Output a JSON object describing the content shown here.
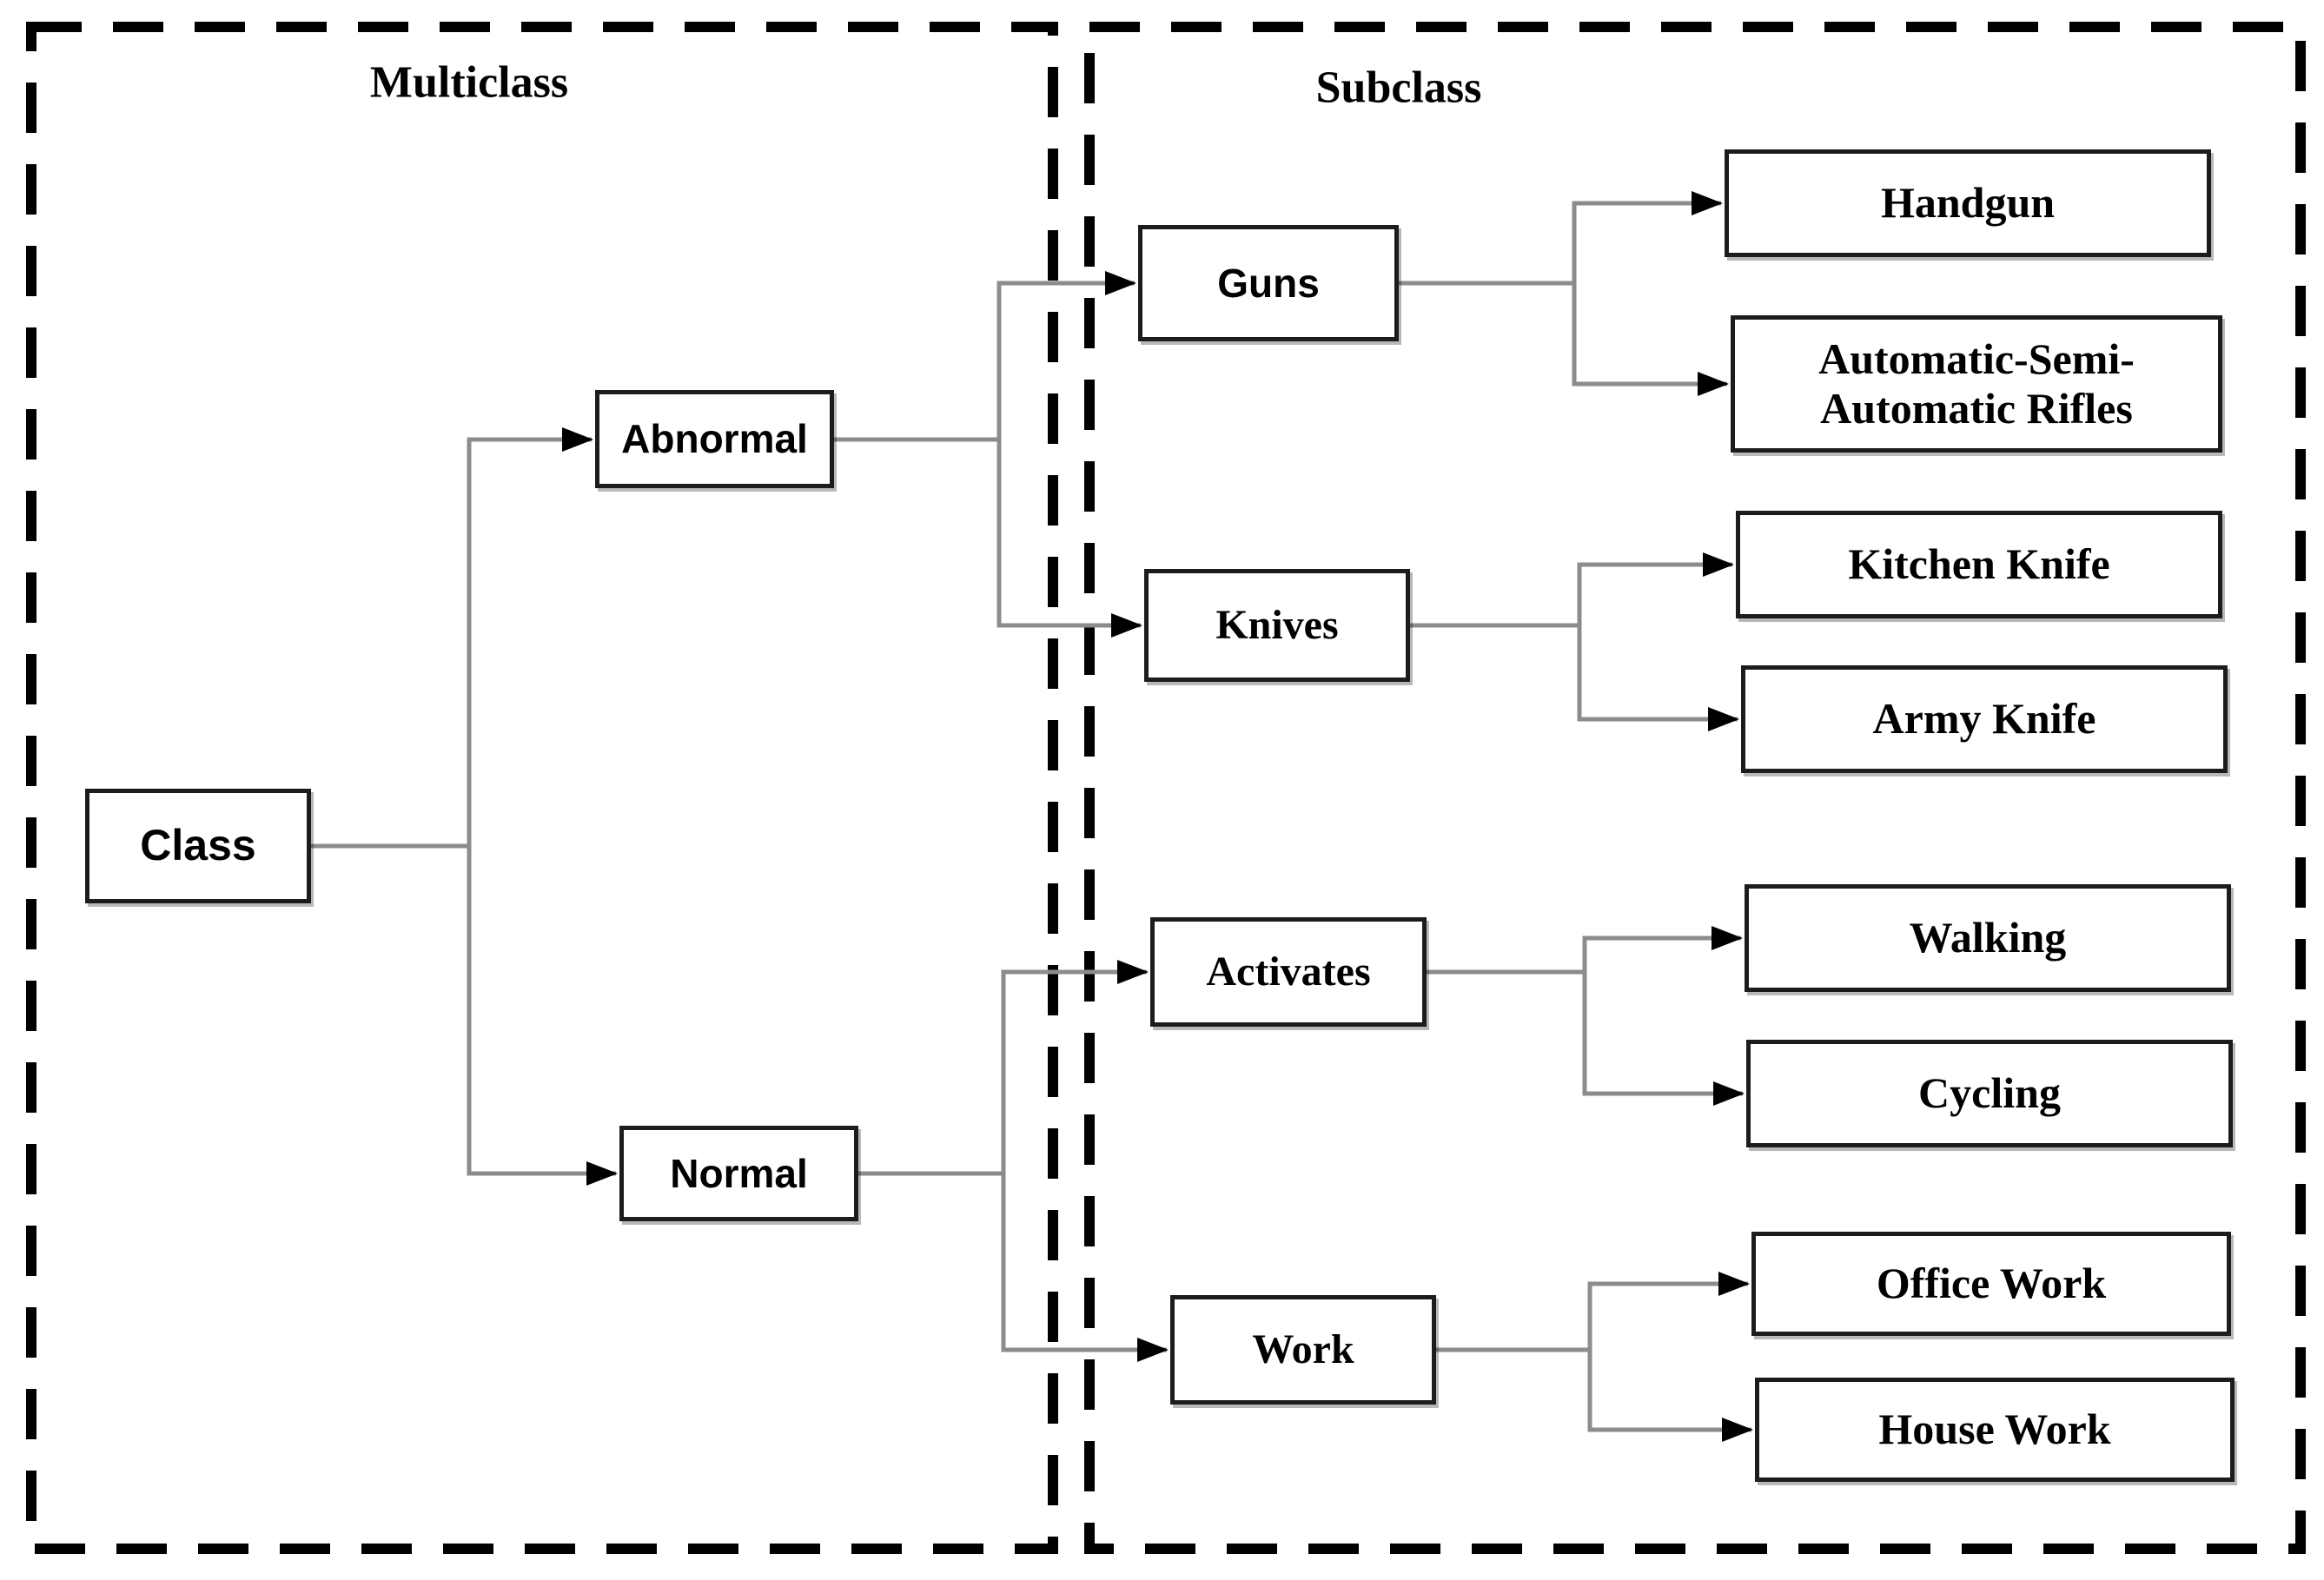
{
  "diagram": {
    "type": "hierarchy-flowchart",
    "panels": {
      "multiclass": {
        "title": "Multiclass"
      },
      "subclass": {
        "title": "Subclass"
      }
    },
    "nodes": {
      "class": {
        "label": "Class"
      },
      "abnormal": {
        "label": "Abnormal"
      },
      "normal": {
        "label": "Normal"
      },
      "guns": {
        "label": "Guns"
      },
      "knives": {
        "label": "Knives"
      },
      "activates": {
        "label": "Activates"
      },
      "work": {
        "label": "Work"
      },
      "handgun": {
        "label": "Handgun"
      },
      "rifles": {
        "label": "Automatic-Semi-Automatic Rifles",
        "line1": "Automatic-Semi-",
        "line2": "Automatic Rifles"
      },
      "kitchen_knife": {
        "label": "Kitchen Knife"
      },
      "army_knife": {
        "label": "Army Knife"
      },
      "walking": {
        "label": "Walking"
      },
      "cycling": {
        "label": "Cycling"
      },
      "office_work": {
        "label": "Office Work"
      },
      "house_work": {
        "label": "House Work"
      }
    },
    "edges": [
      {
        "from": "Class",
        "to": "Abnormal"
      },
      {
        "from": "Class",
        "to": "Normal"
      },
      {
        "from": "Abnormal",
        "to": "Guns"
      },
      {
        "from": "Abnormal",
        "to": "Knives"
      },
      {
        "from": "Normal",
        "to": "Activates"
      },
      {
        "from": "Normal",
        "to": "Work"
      },
      {
        "from": "Guns",
        "to": "Handgun"
      },
      {
        "from": "Guns",
        "to": "Automatic-Semi-Automatic Rifles"
      },
      {
        "from": "Knives",
        "to": "Kitchen Knife"
      },
      {
        "from": "Knives",
        "to": "Army Knife"
      },
      {
        "from": "Activates",
        "to": "Walking"
      },
      {
        "from": "Activates",
        "to": "Cycling"
      },
      {
        "from": "Work",
        "to": "Office Work"
      },
      {
        "from": "Work",
        "to": "House Work"
      }
    ],
    "colors": {
      "background": "#ffffff",
      "box_fill": "#ffffff",
      "box_border": "#1c1c1c",
      "connector_line": "#8c8c8c",
      "arrowhead": "#000000",
      "dashed_frame": "#000000",
      "text": "#000000"
    }
  }
}
